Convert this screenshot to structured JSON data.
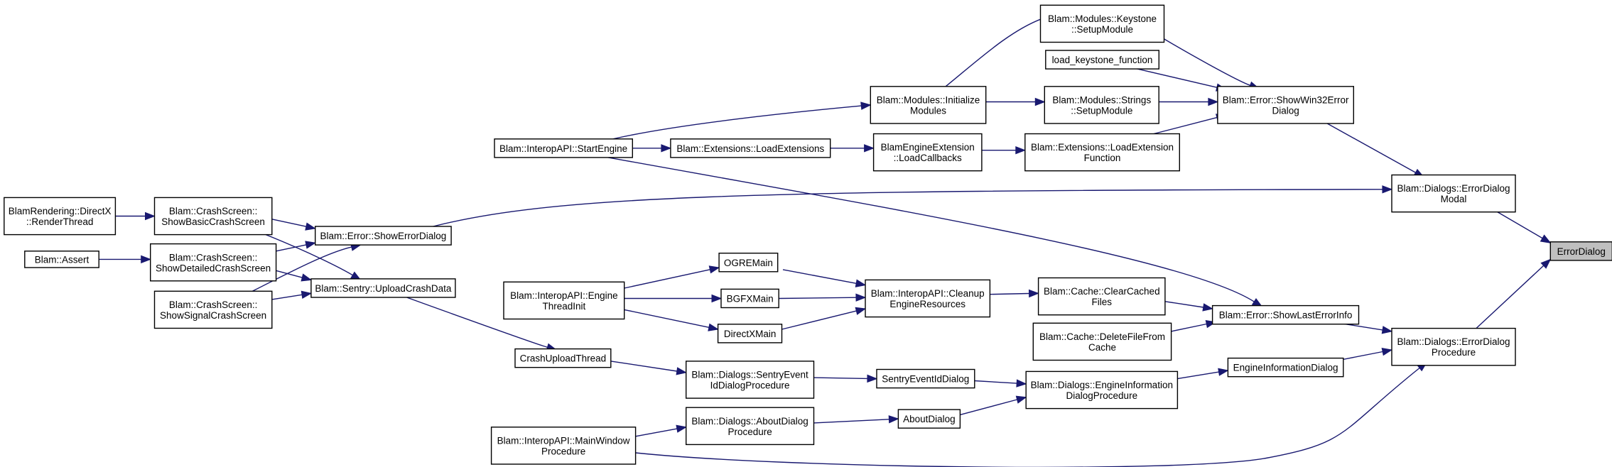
{
  "diagram": {
    "title": "",
    "nodes": [
      {
        "id": "assert",
        "lines": [
          "Blam::Assert"
        ]
      },
      {
        "id": "renderThread",
        "lines": [
          "BlamRendering::DirectX",
          "::RenderThread"
        ]
      },
      {
        "id": "showBasic",
        "lines": [
          "Blam::CrashScreen::",
          "ShowBasicCrashScreen"
        ]
      },
      {
        "id": "showDetailed",
        "lines": [
          "Blam::CrashScreen::",
          "ShowDetailedCrashScreen"
        ]
      },
      {
        "id": "showSignal",
        "lines": [
          "Blam::CrashScreen::",
          "ShowSignalCrashScreen"
        ]
      },
      {
        "id": "showErrorDialog",
        "lines": [
          "Blam::Error::ShowErrorDialog"
        ]
      },
      {
        "id": "uploadCrashData",
        "lines": [
          "Blam::Sentry::UploadCrashData"
        ]
      },
      {
        "id": "startEngine",
        "lines": [
          "Blam::InteropAPI::StartEngine"
        ]
      },
      {
        "id": "engineThreadInit",
        "lines": [
          "Blam::InteropAPI::Engine",
          "ThreadInit"
        ]
      },
      {
        "id": "crashUploadThread",
        "lines": [
          "CrashUploadThread"
        ]
      },
      {
        "id": "mainWindowProc",
        "lines": [
          "Blam::InteropAPI::MainWindow",
          "Procedure"
        ]
      },
      {
        "id": "loadExtensions",
        "lines": [
          "Blam::Extensions::LoadExtensions"
        ]
      },
      {
        "id": "ogreMain",
        "lines": [
          "OGREMain"
        ]
      },
      {
        "id": "bgfxMain",
        "lines": [
          "BGFXMain"
        ]
      },
      {
        "id": "directxMain",
        "lines": [
          "DirectXMain"
        ]
      },
      {
        "id": "sentryEventIdProc",
        "lines": [
          "Blam::Dialogs::SentryEvent",
          "IdDialogProcedure"
        ]
      },
      {
        "id": "aboutDialogProc",
        "lines": [
          "Blam::Dialogs::AboutDialog",
          "Procedure"
        ]
      },
      {
        "id": "modulesInit",
        "lines": [
          "Blam::Modules::Initialize",
          "Modules"
        ]
      },
      {
        "id": "loadCallbacks",
        "lines": [
          "BlamEngineExtension",
          "::LoadCallbacks"
        ]
      },
      {
        "id": "cleanupResources",
        "lines": [
          "Blam::InteropAPI::Cleanup",
          "EngineResources"
        ]
      },
      {
        "id": "sentryEventIdDialog",
        "lines": [
          "SentryEventIdDialog"
        ]
      },
      {
        "id": "aboutDialog",
        "lines": [
          "AboutDialog"
        ]
      },
      {
        "id": "keystoneSetup",
        "lines": [
          "Blam::Modules::Keystone",
          "::SetupModule"
        ]
      },
      {
        "id": "loadKeystoneFn",
        "lines": [
          "load_keystone_function"
        ]
      },
      {
        "id": "stringsSetup",
        "lines": [
          "Blam::Modules::Strings",
          "::SetupModule"
        ]
      },
      {
        "id": "loadExtFn",
        "lines": [
          "Blam::Extensions::LoadExtension",
          "Function"
        ]
      },
      {
        "id": "clearCached",
        "lines": [
          "Blam::Cache::ClearCached",
          "Files"
        ]
      },
      {
        "id": "deleteFile",
        "lines": [
          "Blam::Cache::DeleteFileFrom",
          "Cache"
        ]
      },
      {
        "id": "engineInfoProc",
        "lines": [
          "Blam::Dialogs::EngineInformation",
          "DialogProcedure"
        ]
      },
      {
        "id": "showWin32",
        "lines": [
          "Blam::Error::ShowWin32Error",
          "Dialog"
        ]
      },
      {
        "id": "showLastError",
        "lines": [
          "Blam::Error::ShowLastErrorInfo"
        ]
      },
      {
        "id": "engineInfoDialog",
        "lines": [
          "EngineInformationDialog"
        ]
      },
      {
        "id": "errorDialogModal",
        "lines": [
          "Blam::Dialogs::ErrorDialog",
          "Modal"
        ]
      },
      {
        "id": "errorDialogProc",
        "lines": [
          "Blam::Dialogs::ErrorDialog",
          "Procedure"
        ]
      },
      {
        "id": "errorDialog",
        "lines": [
          "ErrorDialog"
        ],
        "focus": true
      }
    ],
    "edges": [
      {
        "from": "errorDialogModal",
        "to": "errorDialog"
      },
      {
        "from": "errorDialogProc",
        "to": "errorDialog"
      },
      {
        "from": "showWin32",
        "to": "errorDialogModal"
      },
      {
        "from": "showErrorDialog",
        "to": "errorDialogModal"
      },
      {
        "from": "showLastError",
        "to": "errorDialogProc"
      },
      {
        "from": "engineInfoDialog",
        "to": "errorDialogProc"
      },
      {
        "from": "mainWindowProc",
        "to": "errorDialogProc"
      },
      {
        "from": "keystoneSetup",
        "to": "showWin32"
      },
      {
        "from": "loadKeystoneFn",
        "to": "showWin32"
      },
      {
        "from": "stringsSetup",
        "to": "showWin32"
      },
      {
        "from": "loadExtFn",
        "to": "showWin32"
      },
      {
        "from": "modulesInit",
        "to": "keystoneSetup"
      },
      {
        "from": "modulesInit",
        "to": "stringsSetup"
      },
      {
        "from": "startEngine",
        "to": "modulesInit"
      },
      {
        "from": "startEngine",
        "to": "loadExtensions"
      },
      {
        "from": "loadExtensions",
        "to": "loadCallbacks"
      },
      {
        "from": "loadCallbacks",
        "to": "loadExtFn"
      },
      {
        "from": "startEngine",
        "to": "showLastError"
      },
      {
        "from": "clearCached",
        "to": "showLastError"
      },
      {
        "from": "deleteFile",
        "to": "showLastError"
      },
      {
        "from": "cleanupResources",
        "to": "clearCached"
      },
      {
        "from": "ogreMain",
        "to": "cleanupResources"
      },
      {
        "from": "bgfxMain",
        "to": "cleanupResources"
      },
      {
        "from": "directxMain",
        "to": "cleanupResources"
      },
      {
        "from": "engineThreadInit",
        "to": "ogreMain"
      },
      {
        "from": "engineThreadInit",
        "to": "bgfxMain"
      },
      {
        "from": "engineThreadInit",
        "to": "directxMain"
      },
      {
        "from": "engineInfoProc",
        "to": "engineInfoDialog"
      },
      {
        "from": "sentryEventIdDialog",
        "to": "engineInfoProc"
      },
      {
        "from": "aboutDialog",
        "to": "engineInfoProc"
      },
      {
        "from": "sentryEventIdProc",
        "to": "sentryEventIdDialog"
      },
      {
        "from": "aboutDialogProc",
        "to": "aboutDialog"
      },
      {
        "from": "crashUploadThread",
        "to": "sentryEventIdProc"
      },
      {
        "from": "mainWindowProc",
        "to": "aboutDialogProc"
      },
      {
        "from": "uploadCrashData",
        "to": "crashUploadThread"
      },
      {
        "from": "showBasic",
        "to": "showErrorDialog"
      },
      {
        "from": "showBasic",
        "to": "uploadCrashData"
      },
      {
        "from": "showDetailed",
        "to": "showErrorDialog"
      },
      {
        "from": "showDetailed",
        "to": "uploadCrashData"
      },
      {
        "from": "showSignal",
        "to": "showErrorDialog"
      },
      {
        "from": "showSignal",
        "to": "uploadCrashData"
      },
      {
        "from": "renderThread",
        "to": "showBasic"
      },
      {
        "from": "assert",
        "to": "showDetailed"
      }
    ],
    "colors": {
      "edge": "#191970",
      "node_border": "#000000",
      "focus_fill": "#bfbfbf"
    }
  }
}
